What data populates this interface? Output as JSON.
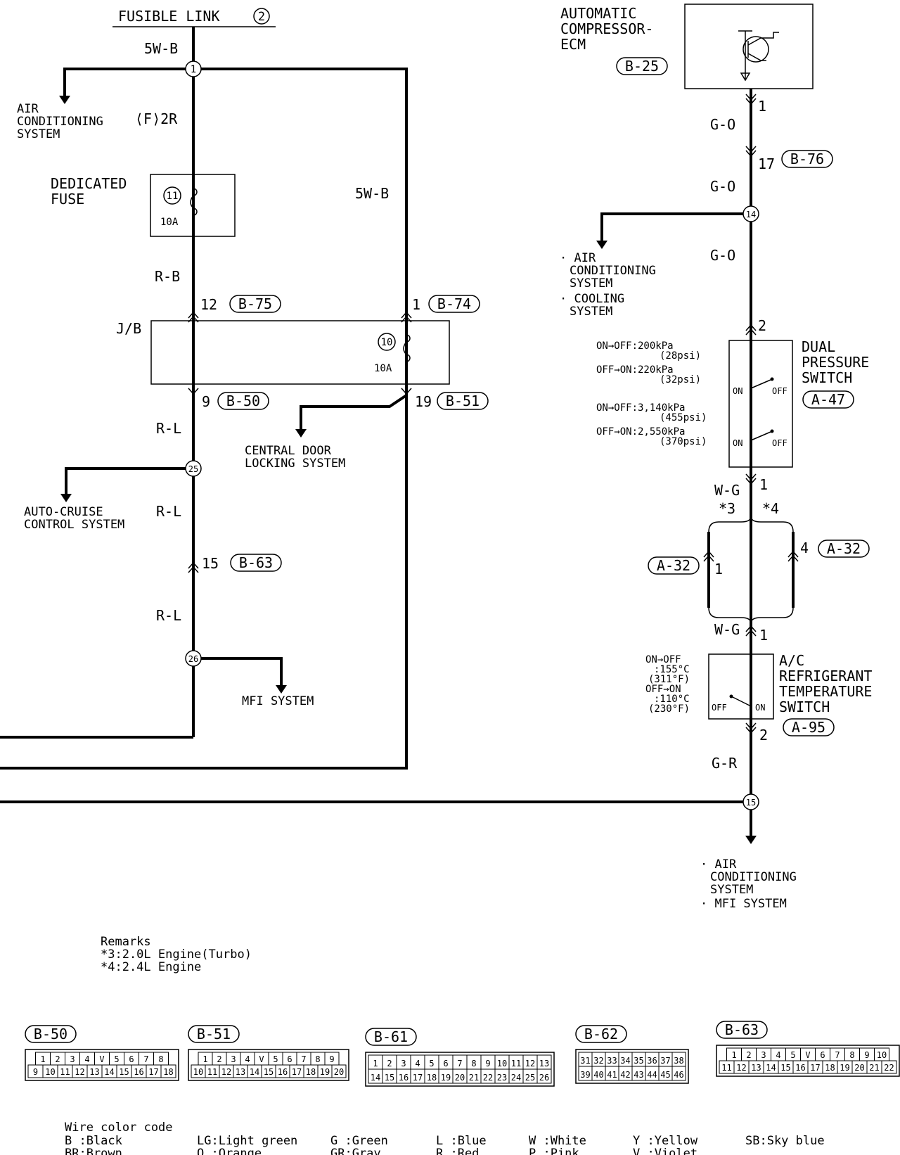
{
  "fusible_link": {
    "label": "FUSIBLE LINK",
    "num": "2"
  },
  "wires": {
    "w5wb_top": "5W-B",
    "w5wb_right": "5W-B",
    "f2r": "⟨F⟩2R",
    "rb": "R-B",
    "rl1": "R-L",
    "rl2": "R-L",
    "rl3": "R-L",
    "go1": "G-O",
    "go2": "G-O",
    "go3": "G-O",
    "wg1": "W-G",
    "wg2": "W-G",
    "gr": "G-R"
  },
  "nodes": [
    "1",
    "25",
    "26",
    "14",
    "15"
  ],
  "systems": {
    "ac_top_left": [
      "AIR",
      "CONDITIONING",
      "SYSTEM"
    ],
    "central_door": [
      "CENTRAL DOOR",
      "LOCKING SYSTEM"
    ],
    "auto_cruise": [
      "AUTO-CRUISE",
      "CONTROL SYSTEM"
    ],
    "mfi": "MFI SYSTEM",
    "ac_right_a": [
      "· AIR",
      "CONDITIONING",
      "SYSTEM"
    ],
    "ac_right_b": [
      "· COOLING",
      "SYSTEM"
    ],
    "ac_bottom_a": [
      "· AIR",
      "CONDITIONING",
      "SYSTEM"
    ],
    "ac_bottom_b": "· MFI SYSTEM"
  },
  "dedicated_fuse": {
    "label": [
      "DEDICATED",
      "FUSE"
    ],
    "num": "11",
    "amps": "10A"
  },
  "jb": {
    "label": "J/B",
    "fuse_num": "10",
    "amps": "10A"
  },
  "connectors": {
    "b75": {
      "tag": "B-75",
      "pin": "12"
    },
    "b74": {
      "tag": "B-74",
      "pin": "1"
    },
    "b50": {
      "tag": "B-50",
      "pin": "9"
    },
    "b51": {
      "tag": "B-51",
      "pin": "19"
    },
    "b63": {
      "tag": "B-63",
      "pin": "15"
    },
    "b25": {
      "tag": "B-25",
      "pin": "1"
    },
    "b76": {
      "tag": "B-76",
      "pin": "17"
    },
    "a47": {
      "tag": "A-47",
      "pin_top": "2",
      "pin_bot": "1"
    },
    "a32_left": {
      "tag": "A-32",
      "pin": "1"
    },
    "a32_right": {
      "tag": "A-32",
      "pin": "4"
    },
    "a95": {
      "tag": "A-95",
      "pin_top": "1",
      "pin_bot": "2"
    }
  },
  "ecm": {
    "label": [
      "AUTOMATIC",
      "COMPRESSOR-",
      "ECM"
    ]
  },
  "dual_pressure": {
    "label": [
      "DUAL",
      "PRESSURE",
      "SWITCH"
    ],
    "on": "ON",
    "off": "OFF",
    "spec": [
      [
        "ON→OFF:200kPa",
        "(28psi)"
      ],
      [
        "OFF→ON:220kPa",
        "(32psi)"
      ],
      [
        "ON→OFF:3,140kPa",
        "(455psi)"
      ],
      [
        "OFF→ON:2,550kPa",
        "(370psi)"
      ]
    ]
  },
  "branch": {
    "star3": "*3",
    "star4": "*4"
  },
  "refrigerant": {
    "label": [
      "A/C",
      "REFRIGERANT",
      "TEMPERATURE",
      "SWITCH"
    ],
    "on": "ON",
    "off": "OFF",
    "spec": [
      "ON→OFF",
      ":155°C",
      "(311°F)",
      "OFF→ON",
      ":110°C",
      "(230°F)"
    ]
  },
  "remarks": [
    "Remarks",
    "*3:2.0L Engine(Turbo)",
    "*4:2.4L Engine"
  ],
  "connector_faces": [
    {
      "tag": "B-50",
      "row1": [
        "1",
        "2",
        "3",
        "4",
        "V",
        "5",
        "6",
        "7",
        "8"
      ],
      "row2": [
        "9",
        "10",
        "11",
        "12",
        "13",
        "14",
        "15",
        "16",
        "17",
        "18"
      ]
    },
    {
      "tag": "B-51",
      "row1": [
        "1",
        "2",
        "3",
        "4",
        "V",
        "5",
        "6",
        "7",
        "8",
        "9"
      ],
      "row2": [
        "10",
        "11",
        "12",
        "13",
        "14",
        "15",
        "16",
        "17",
        "18",
        "19",
        "20"
      ]
    },
    {
      "tag": "B-61",
      "row1": [
        "1",
        "2",
        "3",
        "4",
        "5",
        "6",
        "7",
        "8",
        "9",
        "10",
        "11",
        "12",
        "13"
      ],
      "row2": [
        "14",
        "15",
        "16",
        "17",
        "18",
        "19",
        "20",
        "21",
        "22",
        "23",
        "24",
        "25",
        "26"
      ]
    },
    {
      "tag": "B-62",
      "row1": [
        "31",
        "32",
        "33",
        "34",
        "35",
        "36",
        "37",
        "38"
      ],
      "row2": [
        "39",
        "40",
        "41",
        "42",
        "43",
        "44",
        "45",
        "46"
      ]
    },
    {
      "tag": "B-63",
      "row1": [
        "1",
        "2",
        "3",
        "4",
        "5",
        "V",
        "6",
        "7",
        "8",
        "9",
        "10"
      ],
      "row2": [
        "11",
        "12",
        "13",
        "14",
        "15",
        "16",
        "17",
        "18",
        "19",
        "20",
        "21",
        "22"
      ]
    }
  ],
  "color_code": {
    "title": "Wire color code",
    "items": [
      [
        "B :Black",
        "BR:Brown"
      ],
      [
        "LG:Light green",
        "O :Orange"
      ],
      [
        "G :Green",
        "GR:Gray"
      ],
      [
        "L :Blue",
        "R :Red"
      ],
      [
        "W :White",
        "P :Pink"
      ],
      [
        "Y :Yellow",
        "V :Violet"
      ],
      [
        "SB:Sky blue"
      ]
    ]
  }
}
